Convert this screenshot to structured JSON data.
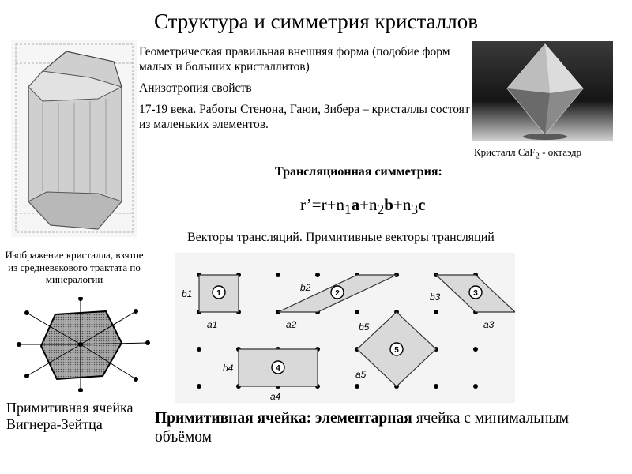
{
  "slide": {
    "title": "Структура и симметрия кристаллов",
    "properties": [
      "Геометрическая правильная внешняя форма (подобие форм малых и больших кристаллитов)",
      "Анизотропия свойств",
      "17-19 века. Работы Стенона, Гаюи, Зибера – кристаллы состоят из маленьких элементов."
    ],
    "crystal_photo_caption": {
      "prefix": "Кристалл CaF",
      "subscript": "2",
      "suffix": " - октаэдр"
    },
    "medieval_caption": "Изображение кристалла, взятое из средневекового трактата по минералогии",
    "translation_symmetry_title": "Трансляционная симметрия:",
    "formula": {
      "lhs": "r’=r+n",
      "sub1": "1",
      "a": "a",
      "plus_n2": "+n",
      "sub2": "2",
      "b": "b",
      "plus_n3": "+n",
      "sub3": "3",
      "c": "c"
    },
    "vectors_text": "Векторы трансляций. Примитивные векторы трансляций",
    "wigner_seitz_caption": "Примитивная ячейка Вигнера-Зейтца",
    "primitive_cell": {
      "bold_part": "Примитивная ячейка: элементарная",
      "rest": " ячейка с минимальным объёмом"
    },
    "lattice_labels": {
      "cells": [
        "1",
        "2",
        "3",
        "4",
        "5"
      ],
      "vectors_a": [
        "a1",
        "a2",
        "a3",
        "a4",
        "a5"
      ],
      "vectors_b": [
        "b1",
        "b2",
        "b3",
        "b4",
        "b5"
      ]
    }
  }
}
